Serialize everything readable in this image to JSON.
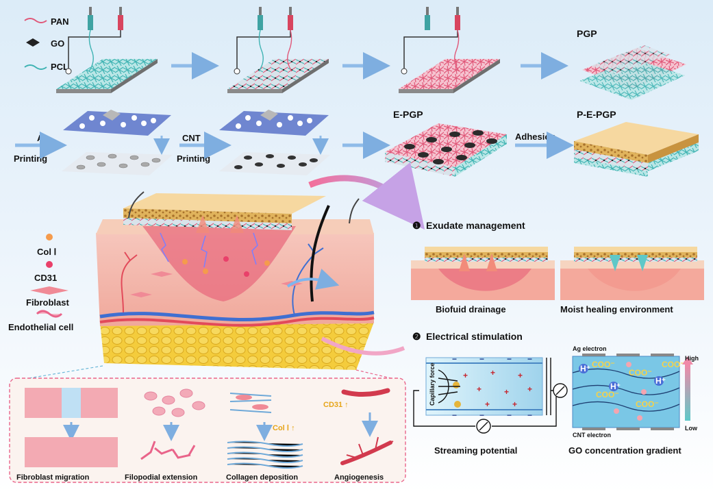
{
  "legend_top": {
    "pan": "PAN",
    "go": "GO",
    "pcl": "PCL"
  },
  "fabrication": {
    "pgp": "PGP",
    "epgp": "E-PGP",
    "pepgp": "P-E-PGP",
    "ag_printing_1": "Ag",
    "ag_printing_2": "Printing",
    "cnt_printing_1": "CNT",
    "cnt_printing_2": "Printing",
    "adhesion": "Adhesion"
  },
  "legend_cells": {
    "col1": "Col Ⅰ",
    "cd31": "CD31",
    "fibroblast": "Fibroblast",
    "endothelial": "Endothelial cell"
  },
  "bottom_panel": {
    "fibroblast_migration": "Fibroblast migration",
    "filopodial_extension": "Filopodial extension",
    "collagen_deposition": "Collagen deposition",
    "angiogenesis": "Angiogenesis",
    "col1_up": "Col Ⅰ",
    "cd31_up": "CD31"
  },
  "exudate": {
    "number": "❶",
    "title": "Exudate management",
    "biofluid": "Biofuid drainage",
    "moist": "Moist healing environment"
  },
  "electrical": {
    "number": "❷",
    "title": "Electrical stimulation",
    "capillary_force": "Capillary force",
    "streaming": "Streaming potential",
    "go_gradient": "GO concentration gradient",
    "ag_electron": "Ag electron",
    "cnt_electron": "CNT electron",
    "high": "High",
    "low": "Low",
    "coo": "COO⁻",
    "h_plus": "H⁺"
  },
  "colors": {
    "pcl": "#5ec8c8",
    "pan": "#e8607e",
    "go": "#2b2b2b",
    "arrow": "#8fbbe8",
    "skin": "#f3b3a8",
    "fat": "#f0c53a",
    "accent_pink": "#e9648a"
  }
}
